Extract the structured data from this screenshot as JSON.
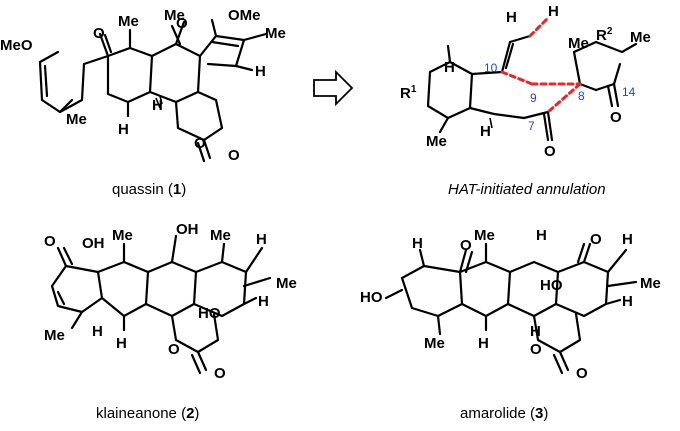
{
  "captions": {
    "quassin": {
      "name": "quassin (",
      "num": "1",
      "end": ")"
    },
    "hat": "HAT-initiated annulation",
    "klaineanone": {
      "name": "klaineanone (",
      "num": "2",
      "end": ")"
    },
    "amarolide": {
      "name": "amarolide (",
      "num": "3",
      "end": ")"
    }
  },
  "labels": {
    "meo": "MeO",
    "ome": "OMe",
    "me": "Me",
    "h": "H",
    "o": "O",
    "ho": "HO",
    "oh": "OH",
    "r": "R",
    "sup1": "1",
    "sup2": "2"
  },
  "atom_numbers": {
    "c10": "10",
    "c9": "9",
    "c8": "8",
    "c7": "7",
    "c14": "14"
  },
  "colors": {
    "bond": "#000000",
    "dashed_bond": "#e8262b",
    "atom_number": "#2046d6"
  },
  "icons": {
    "arrow": "retrosynthetic-arrow-icon"
  }
}
